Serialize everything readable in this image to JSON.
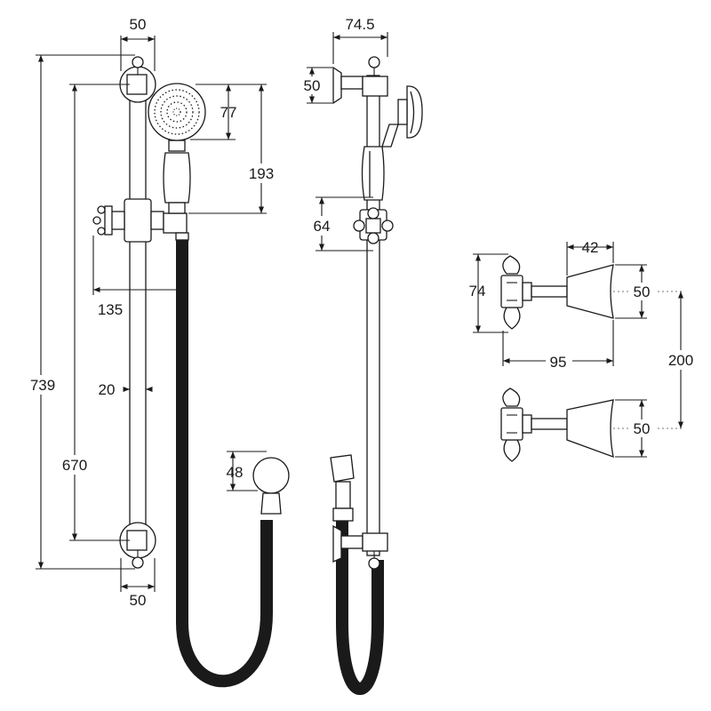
{
  "dimensions": {
    "front_width_top": "50",
    "front_width_bottom": "50",
    "head_diameter": "77",
    "head_to_slider": "193",
    "outlet_offset": "135",
    "rail_diameter": "20",
    "overall_height": "739",
    "bracket_centres": "670",
    "wall_outlet": "48",
    "side_projection": "74.5",
    "side_bracket": "50",
    "side_valve": "64",
    "tap_height": "74",
    "tap_spindle": "42",
    "tap_flange": "50",
    "tap_depth": "95",
    "tap_centres": "200",
    "tap_flange_lower": "50"
  },
  "colors": {
    "line": "#1a1a1a",
    "background": "#ffffff"
  }
}
